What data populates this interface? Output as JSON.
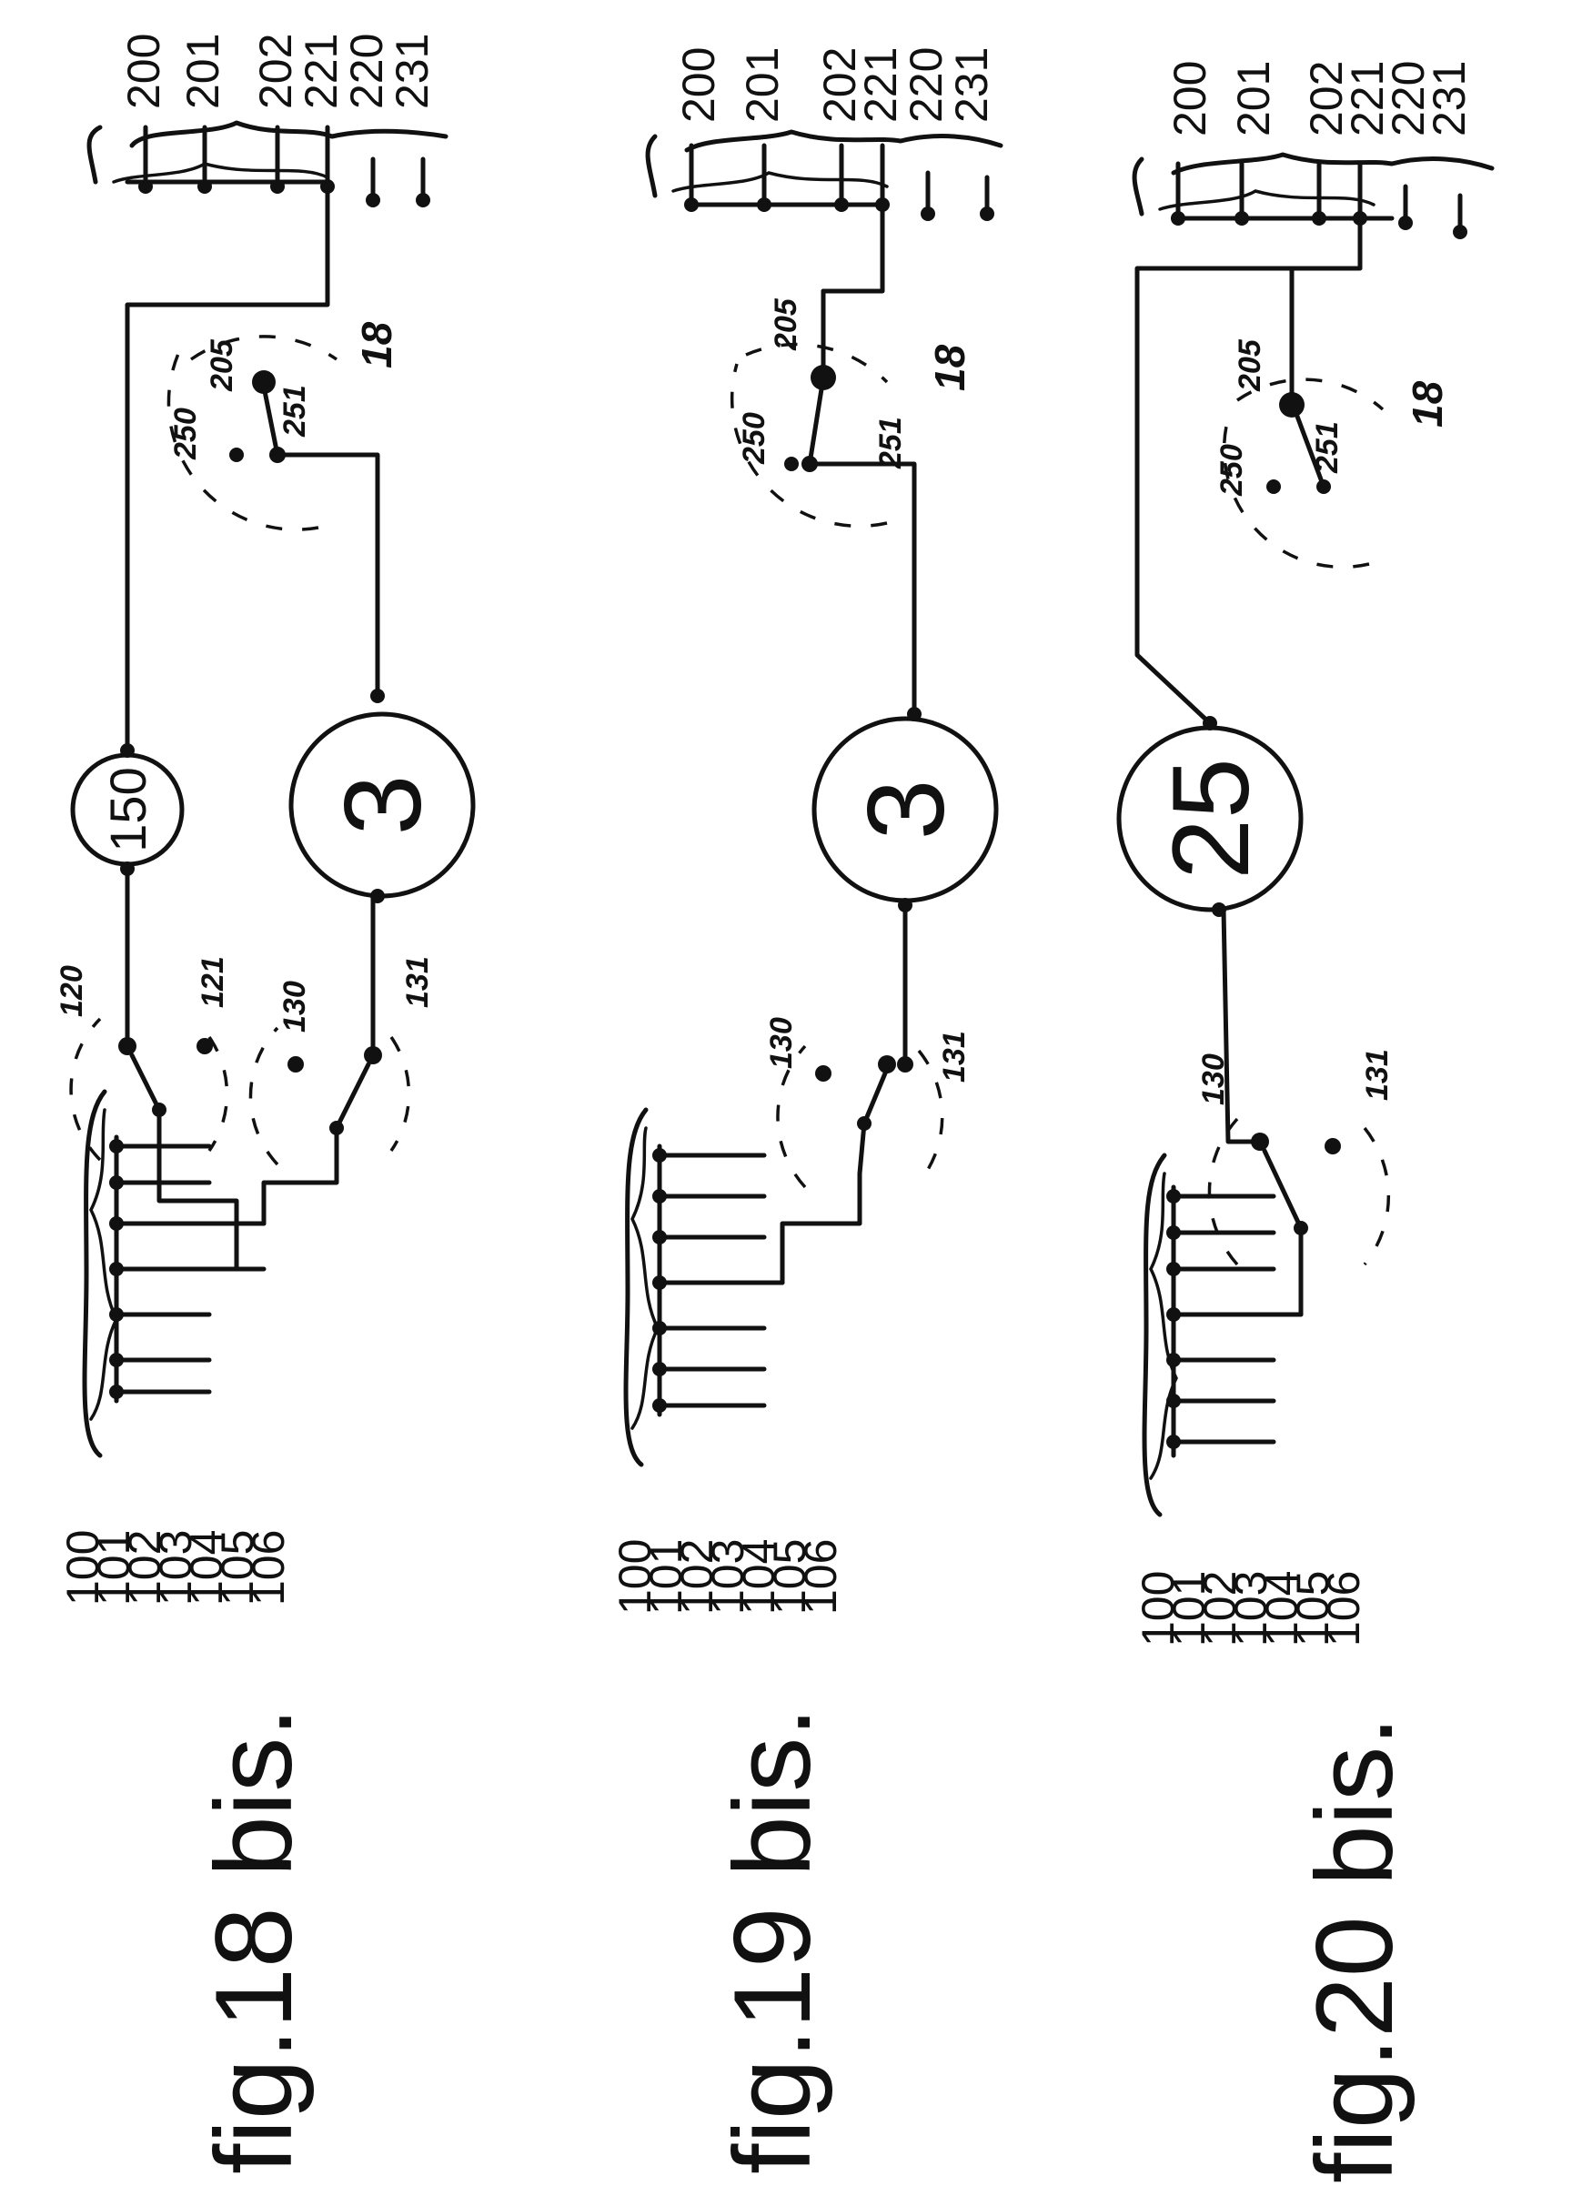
{
  "figures": [
    {
      "caption": "fig.18 bis.",
      "left_connector": {
        "pins": [
          "100",
          "101",
          "102",
          "103",
          "104",
          "105",
          "106"
        ]
      },
      "right_connector": {
        "pins": [
          "200",
          "201",
          "202",
          "221",
          "220",
          "231"
        ]
      },
      "switches": [
        {
          "ref": "120",
          "contact": "121"
        },
        {
          "ref": "130",
          "contact": "131"
        }
      ],
      "components": [
        {
          "label": "150"
        },
        {
          "label": "3"
        }
      ],
      "selector": {
        "ref": "18",
        "contacts": [
          "250",
          "205",
          "251"
        ]
      }
    },
    {
      "caption": "fig.19 bis.",
      "left_connector": {
        "pins": [
          "100",
          "101",
          "102",
          "103",
          "104",
          "105",
          "106"
        ]
      },
      "right_connector": {
        "pins": [
          "200",
          "201",
          "202",
          "221",
          "220",
          "231"
        ]
      },
      "switches": [
        {
          "ref": "130",
          "contact": "131"
        }
      ],
      "components": [
        {
          "label": "3"
        }
      ],
      "selector": {
        "ref": "18",
        "contacts": [
          "250",
          "205",
          "251"
        ]
      }
    },
    {
      "caption": "fig.20 bis.",
      "left_connector": {
        "pins": [
          "100",
          "101",
          "102",
          "103",
          "104",
          "105",
          "106"
        ]
      },
      "right_connector": {
        "pins": [
          "200",
          "201",
          "202",
          "221",
          "220",
          "231"
        ]
      },
      "switches": [
        {
          "ref": "130",
          "contact": "131"
        }
      ],
      "components": [
        {
          "label": "25"
        }
      ],
      "selector": {
        "ref": "18",
        "contacts": [
          "250",
          "205",
          "251"
        ]
      }
    }
  ]
}
